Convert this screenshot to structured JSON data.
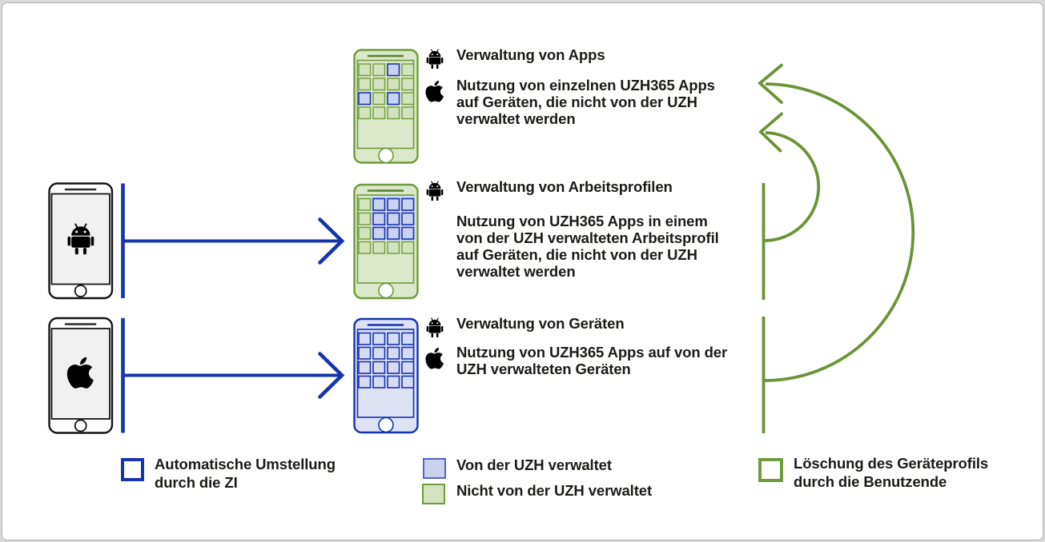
{
  "colors": {
    "blue": "#1634ae",
    "blue-mid": "#5066c2",
    "blue-cell": "#c9d3ef",
    "blue-cell-light": "#d5dcf3",
    "blue-body": "#dde2f5",
    "panel-blue": "#ccd5f1",
    "green-stroke": "#6e9c3a",
    "green-arrow": "#6a9435",
    "green-dark": "#55802b",
    "green-cell": "#d3e3bd",
    "green-body": "#dbe8c9",
    "text": "#1a1a18",
    "gray-border": "#141414",
    "gray-screen": "#f1f1f1"
  },
  "groups": [
    {
      "title": "Verwaltung von Apps",
      "description": "Nutzung von einzelnen UZH365 Apps\nauf Geräten, die nicht von der UZH\nverwaltet werden",
      "platform_icons": [
        "android",
        "apple"
      ]
    },
    {
      "title": "Verwaltung von Arbeitsprofilen",
      "description": "Nutzung von UZH365 Apps in einem\nvon der UZH verwalteten Arbeitsprofil\nauf Geräten, die nicht von der UZH\nverwaltet werden",
      "platform_icons": [
        "android"
      ]
    },
    {
      "title": "Verwaltung von Geräten",
      "description": "Nutzung von UZH365 Apps auf von der\nUZH verwalteten Geräten",
      "platform_icons": [
        "android",
        "apple"
      ]
    }
  ],
  "legend": {
    "auto_switch": "Automatische Umstellung\ndurch die ZI",
    "managed": "Von der UZH verwaltet",
    "unmanaged": "Nicht von der UZH verwaltet",
    "profile_deletion": "Löschung des Geräteprofils\ndurch die Benutzende"
  },
  "phones": {
    "source_android": {
      "icon": "android"
    },
    "source_apple": {
      "icon": "apple"
    },
    "apps_managed": {
      "grid": [
        "ggbg",
        "gggg",
        "bgbg",
        "gggg"
      ]
    },
    "work_profile": {
      "grid": [
        "gppp",
        "gppp",
        "gppp",
        "gggg"
      ]
    },
    "device_managed": {
      "grid": [
        "dddd",
        "dddd",
        "dddd",
        "dddd"
      ]
    }
  }
}
